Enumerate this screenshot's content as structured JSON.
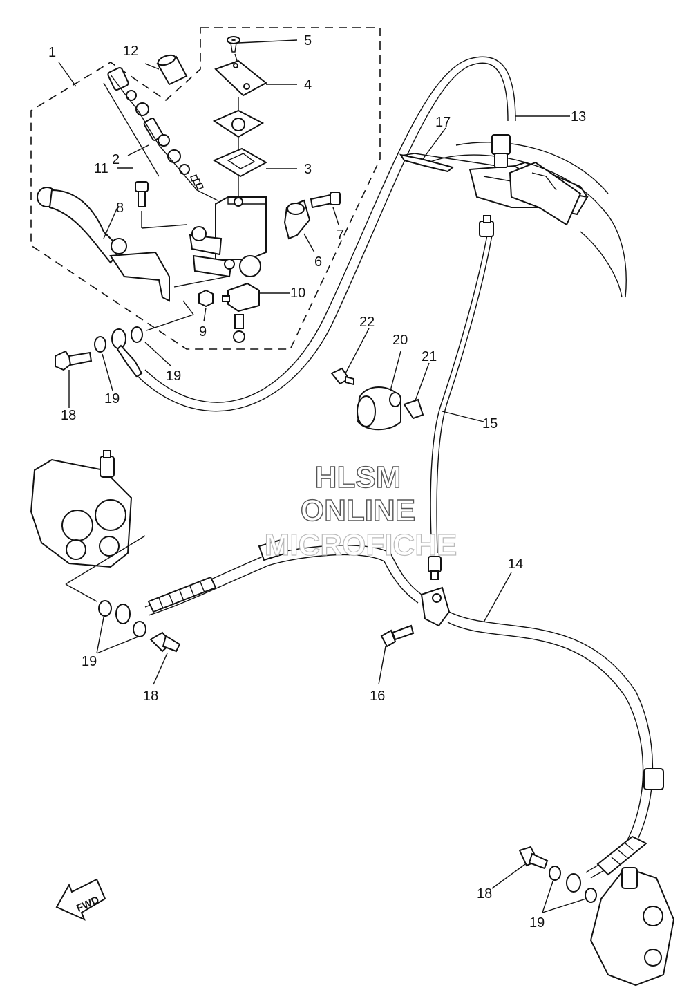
{
  "callouts": {
    "c1": "1",
    "c2": "2",
    "c3": "3",
    "c4": "4",
    "c5": "5",
    "c6": "6",
    "c7": "7",
    "c8": "8",
    "c9": "9",
    "c10": "10",
    "c11": "11",
    "c12": "12",
    "c13": "13",
    "c14": "14",
    "c15": "15",
    "c16": "16",
    "c17": "17",
    "c18a": "18",
    "c18b": "18",
    "c18c": "18",
    "c19a": "19",
    "c19b": "19",
    "c19c": "19",
    "c19d": "19",
    "c20": "20",
    "c21": "21",
    "c22": "22"
  },
  "watermark": {
    "line1": "HLSM",
    "line2": "ONLINE",
    "line3": "MICROFICHE"
  },
  "direction_arrow": {
    "label": "FWD"
  }
}
